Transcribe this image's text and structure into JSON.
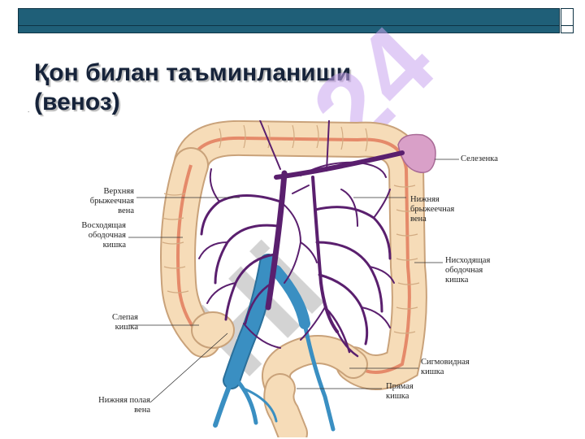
{
  "slide": {
    "title_line1": "Қон билан таъминланиши",
    "title_line2": "(веноз)",
    "dot": ".",
    "watermark": "Hi 24"
  },
  "labels": {
    "superior_mesenteric_vein": [
      "Верхняя",
      "брыжеечная",
      "вена"
    ],
    "ascending_colon": [
      "Восходящая",
      "ободочная",
      "кишка"
    ],
    "cecum": [
      "Слепая",
      "кишка"
    ],
    "inferior_vena_cava": [
      "Нижняя полая",
      "вена"
    ],
    "spleen": [
      "Селезенка"
    ],
    "inferior_mesenteric_vein": [
      "Нижняя",
      "брыжеечная",
      "вена"
    ],
    "descending_colon": [
      "Нисходящая",
      "ободочная",
      "кишка"
    ],
    "sigmoid_colon": [
      "Сигмовидная",
      "кишка"
    ],
    "rectum": [
      "Прямая",
      "кишка"
    ]
  },
  "colors": {
    "header_bar": "#1f5f78",
    "colon_fill": "#f6dcb8",
    "colon_outline": "#c9a27a",
    "mucosa": "#e58a6a",
    "veins": "#5a1f6e",
    "vena_cava": "#3a8fc2",
    "spleen": "#d9a0c8",
    "watermark": "#b0b0b0",
    "watermark_purple": "#c9a5ef"
  }
}
